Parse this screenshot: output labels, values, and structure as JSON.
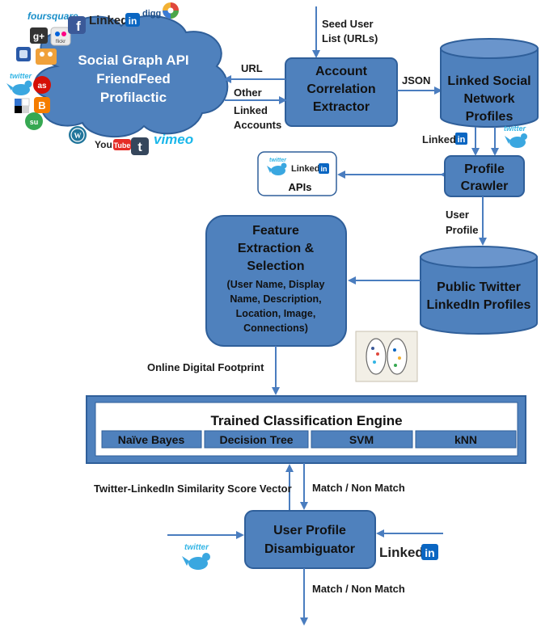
{
  "colors": {
    "box_fill": "#4f81bd",
    "box_stroke": "#2f5f9a",
    "arrow": "#4a7dbf",
    "cylinder_top": "#6a95cc",
    "white": "#ffffff",
    "linkedin_blue": "#0a66c2",
    "twitter_blue": "#33b5e5"
  },
  "cloud": {
    "line1": "Social Graph API",
    "line2": "FriendFeed",
    "line3": "Profilactic"
  },
  "cloud_logos": {
    "foursquare": "foursquare",
    "linkedin": "Linked",
    "linkedin_in": "in",
    "digg": "digg",
    "googleplus": "g+",
    "flickr": "flickr",
    "facebook": "f",
    "twitter": "twitter",
    "lastfm": "as",
    "blogger": "B",
    "stumbleupon": "su",
    "wordpress": "W",
    "youtube_you": "You",
    "youtube_tube": "Tube",
    "tumblr": "t",
    "vimeo": "vimeo"
  },
  "seed": {
    "line1": "Seed User",
    "line2": "List (URLs)"
  },
  "edges": {
    "url": "URL",
    "json": "JSON",
    "other1": "Other",
    "other2": "Linked",
    "other3": "Accounts",
    "user_profile1": "User",
    "user_profile2": "Profile",
    "footprint": "Online Digital Footprint",
    "similarity": "Twitter-LinkedIn Similarity Score Vector",
    "match_top": "Match / Non Match",
    "match_bottom": "Match / Non Match"
  },
  "account": {
    "line1": "Account",
    "line2": "Correlation",
    "line3": "Extractor"
  },
  "linked_db": {
    "line1": "Linked Social",
    "line2": "Network",
    "line3": "Profiles"
  },
  "side_logos": {
    "linkedin": "Linked",
    "linkedin_in": "in",
    "twitter": "twitter"
  },
  "apis": {
    "label": "APIs",
    "linkedin": "Linked",
    "linkedin_in": "in",
    "twitter": "twitter"
  },
  "crawler": {
    "line1": "Profile",
    "line2": "Crawler"
  },
  "feature": {
    "line1": "Feature",
    "line2": "Extraction &",
    "line3": "Selection",
    "line4": "(User Name, Display",
    "line5": "Name, Description,",
    "line6": "Location, Image,",
    "line7": "Connections)"
  },
  "public_db": {
    "line1": "Public Twitter",
    "line2": "LinkedIn Profiles"
  },
  "engine": {
    "title": "Trained Classification Engine",
    "classifiers": [
      "Naïve Bayes",
      "Decision Tree",
      "SVM",
      "kNN"
    ]
  },
  "disamb": {
    "line1": "User Profile",
    "line2": "Disambiguator"
  },
  "bottom_logos": {
    "twitter": "twitter",
    "linkedin": "Linked",
    "linkedin_in": "in"
  }
}
